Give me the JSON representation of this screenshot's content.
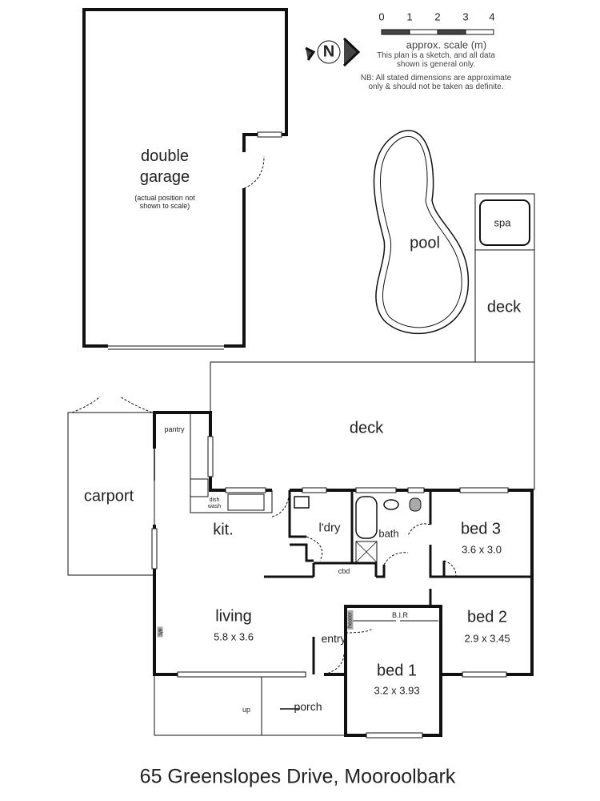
{
  "title": "65 Greenslopes Drive, Mooroolbark",
  "legend": {
    "north": "N",
    "scale_ticks": [
      "0",
      "1",
      "2",
      "3",
      "4"
    ],
    "scale_label": "approx. scale (m)",
    "note1": "This plan is a sketch, and all data shown is general only.",
    "note2": "NB: All stated dimensions are approximate only & should not be taken as definite."
  },
  "rooms": {
    "garage": {
      "name": "double garage",
      "note": "(actual position not shown to scale)"
    },
    "pool": {
      "name": "pool"
    },
    "spa": {
      "name": "spa"
    },
    "deck_side": {
      "name": "deck"
    },
    "deck_main": {
      "name": "deck"
    },
    "carport": {
      "name": "carport"
    },
    "pantry": {
      "name": "pantry"
    },
    "kitchen": {
      "name": "kit.",
      "dishwasher": "dish wash"
    },
    "laundry": {
      "name": "l'dry"
    },
    "bath": {
      "name": "bath"
    },
    "cbd": {
      "name": "cbd"
    },
    "bed3": {
      "name": "bed 3",
      "size": "3.6 x 3.0"
    },
    "living": {
      "name": "living",
      "size": "5.8 x 3.6",
      "ac": "a/c"
    },
    "entry": {
      "name": "entry",
      "heater": "heater"
    },
    "bir": {
      "name": "B.I.R"
    },
    "bed1": {
      "name": "bed 1",
      "size": "3.2 x 3.93"
    },
    "bed2": {
      "name": "bed 2",
      "size": "2.9 x 3.45"
    },
    "porch": {
      "name": "porch",
      "up": "up"
    }
  }
}
